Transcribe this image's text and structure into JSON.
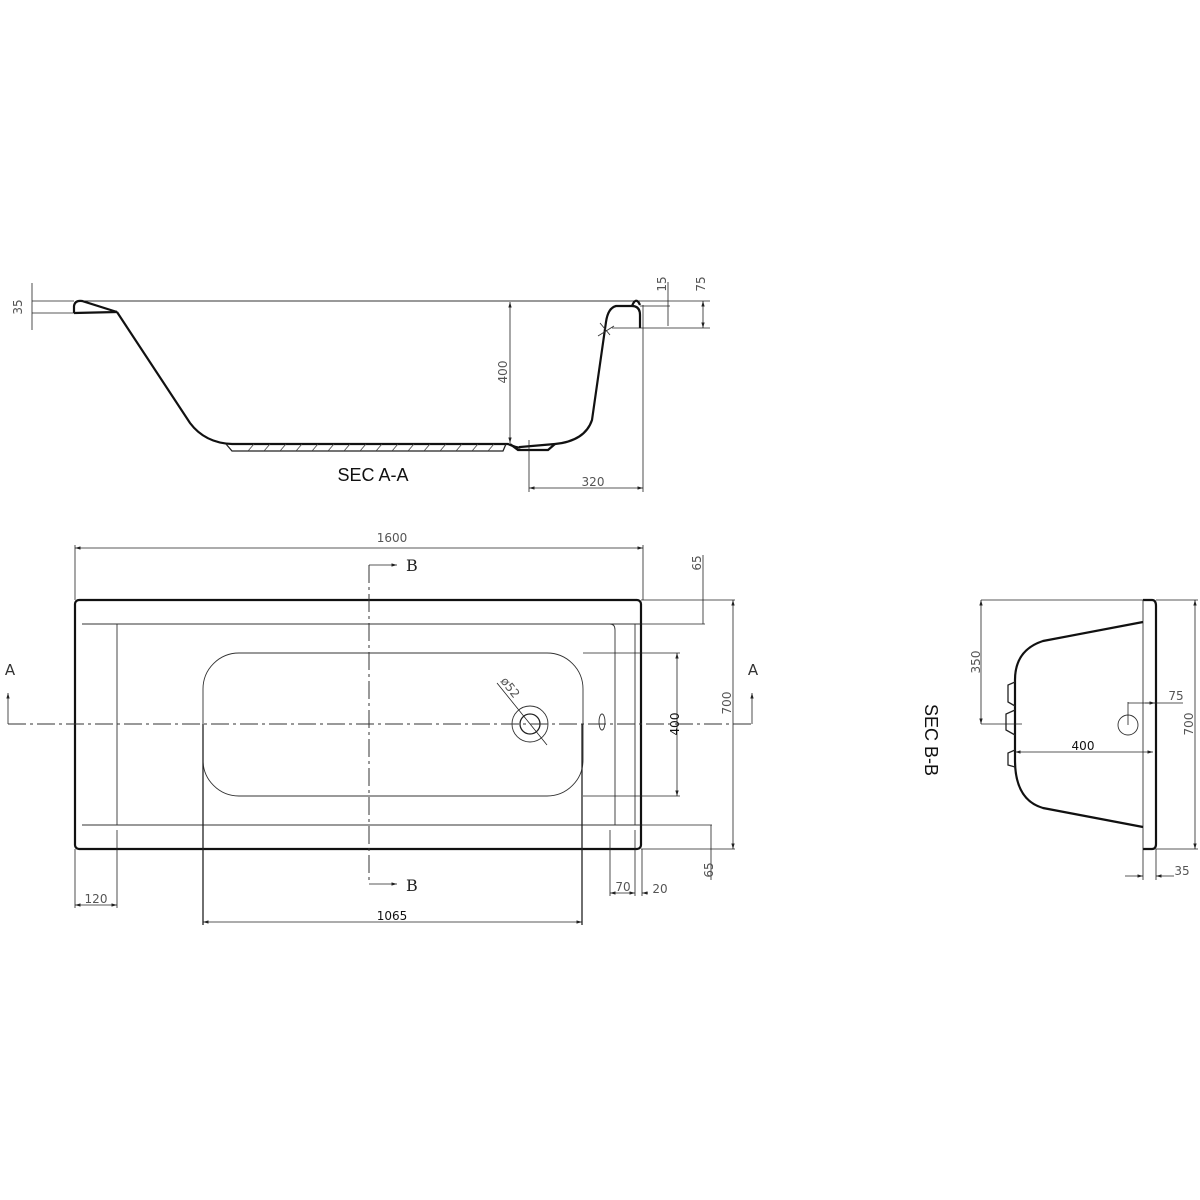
{
  "drawing": {
    "title": "Bathtub technical drawing",
    "views": {
      "section_a": {
        "label": "SEC A-A",
        "dimensions": {
          "rim_thickness": "35",
          "depth": "400",
          "rim_top": "15",
          "overflow_height": "75",
          "waste_offset": "320"
        }
      },
      "plan": {
        "section_markers": {
          "a_left": "A",
          "a_right": "A",
          "b_top": "B",
          "b_bottom": "B"
        },
        "dimensions": {
          "overall_length": "1600",
          "overall_width": "700",
          "rim_top": "65",
          "rim_bottom": "65",
          "basin_width": "400",
          "left_rim": "120",
          "basin_length": "1065",
          "right_rim_inner": "70",
          "right_rim_outer": "20",
          "waste_diameter": "ø52"
        }
      },
      "section_b": {
        "label": "SEC B-B",
        "dimensions": {
          "half_width": "350",
          "overall_width": "700",
          "depth": "400",
          "overflow_offset": "75",
          "rim_thickness": "35"
        }
      }
    }
  }
}
